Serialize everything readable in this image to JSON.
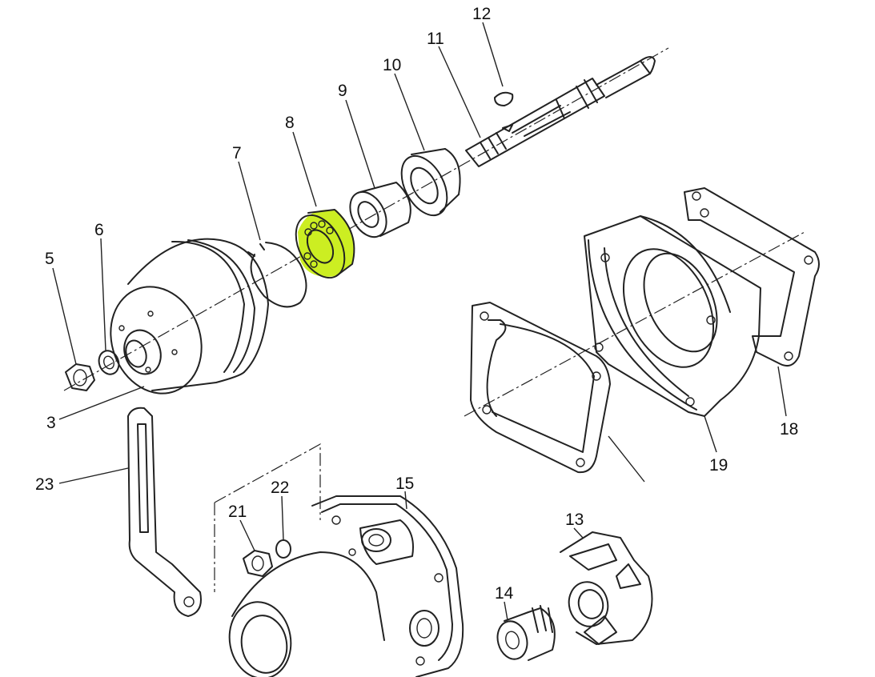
{
  "highlight_color": "#ccee22",
  "labels": [
    "3",
    "5",
    "6",
    "7",
    "8",
    "9",
    "10",
    "11",
    "12",
    "13",
    "14",
    "15",
    "18",
    "19",
    "21",
    "22",
    "23"
  ]
}
